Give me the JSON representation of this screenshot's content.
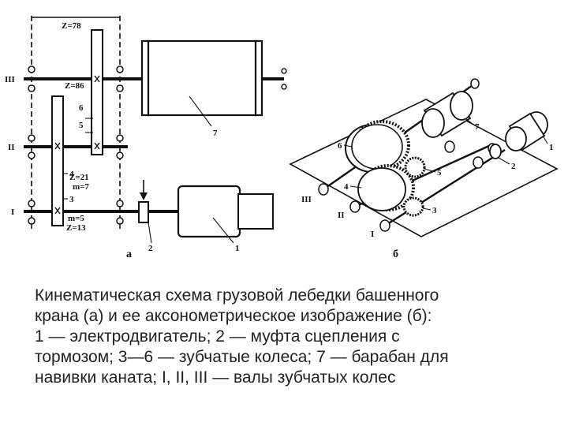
{
  "diagram_a": {
    "sublabel": "а",
    "gear_labels": {
      "z78": "Z=78",
      "z86": "Z=86",
      "z21": "Z=21",
      "m7": "m=7",
      "m5": "m=5",
      "z13": "Z=13"
    },
    "shaft_labels": {
      "s3": "III",
      "s2": "II",
      "s1": "I"
    },
    "part_numbers": {
      "p1": "1",
      "p2": "2",
      "p3": "3",
      "p4": "4",
      "p5": "5",
      "p6": "6",
      "p7": "7"
    }
  },
  "diagram_b": {
    "sublabel": "б",
    "shaft_labels": {
      "s3": "III",
      "s2": "II",
      "s1": "I"
    },
    "part_numbers": {
      "p1": "1",
      "p2": "2",
      "p3": "3",
      "p4": "4",
      "p5": "5",
      "p6": "6",
      "p7": "7"
    }
  },
  "caption": {
    "line1": "Кинематическая схема грузовой лебедки башенного",
    "line2": "крана (а) и ее аксонометрическое изображение (б):",
    "line3": "1 — электродвигатель; 2 — муфта сцепления с",
    "line4": "тормозом; 3—6 — зубчатые колеса; 7 — барабан для",
    "line5": "навивки каната; I, II, III — валы зубчатых колес"
  }
}
